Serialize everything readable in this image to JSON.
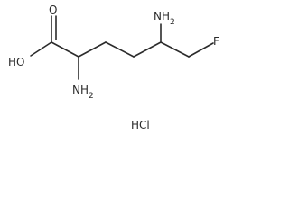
{
  "molecule": {
    "labels": {
      "oxygen_carbonyl": "O",
      "hydroxyl": "HO",
      "amine_alpha": "NH2",
      "amine_beta": "NH2",
      "fluorine": "F",
      "salt": "HCl"
    }
  },
  "colors": {
    "ink": "#2b2b2b",
    "background": "#ffffff"
  }
}
